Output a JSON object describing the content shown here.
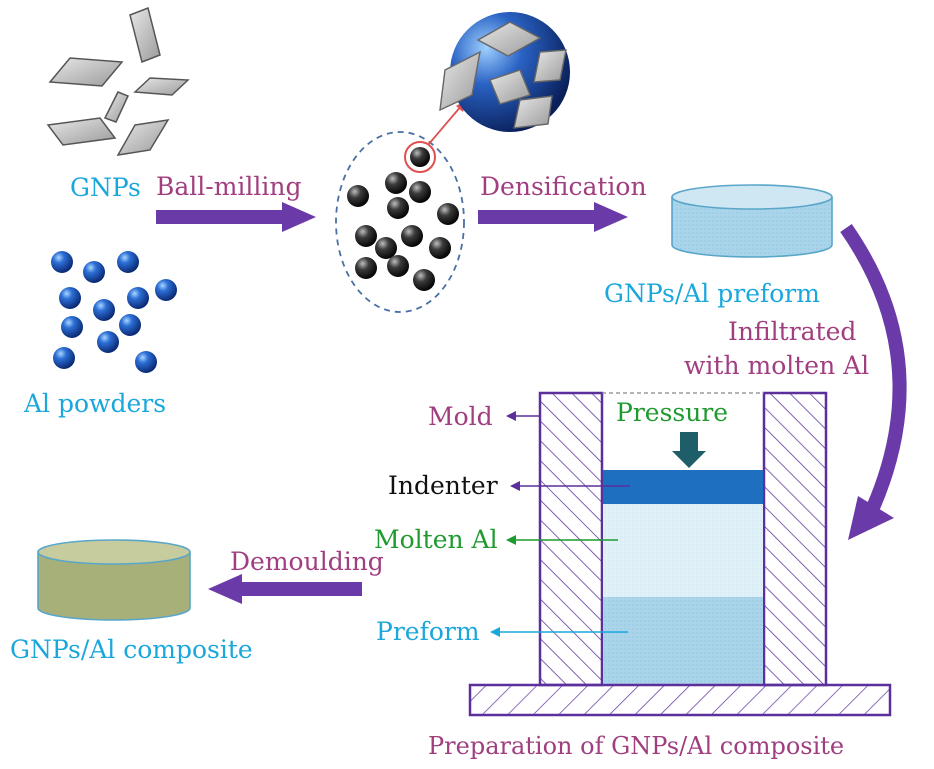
{
  "labels": {
    "gnps": "GNPs",
    "al_powders": "Al powders",
    "ball_milling": "Ball-milling",
    "densification": "Densification",
    "preform_top": "GNPs/Al preform",
    "infiltrated_1": "Infiltrated",
    "infiltrated_2": "with molten Al",
    "mold": "Mold",
    "pressure": "Pressure",
    "indenter": "Indenter",
    "molten_al": "Molten Al",
    "preform": "Preform",
    "demoulding": "Demoulding",
    "composite": "GNPs/Al composite",
    "caption": "Preparation of GNPs/Al composite"
  },
  "colors": {
    "cyan_text": "#1aa7dc",
    "magenta_text": "#a03e7f",
    "green_text": "#1f9a2e",
    "black_text": "#111111",
    "purple_arrow": "#6a3aa8",
    "mold_stroke": "#5b2f9c",
    "indenter": "#1f6fc0",
    "molten": "#dceef6",
    "preform_fill": "#a9d4ea",
    "composite_fill": "#a8b07a",
    "pressure_arrow": "#1e5e69"
  }
}
